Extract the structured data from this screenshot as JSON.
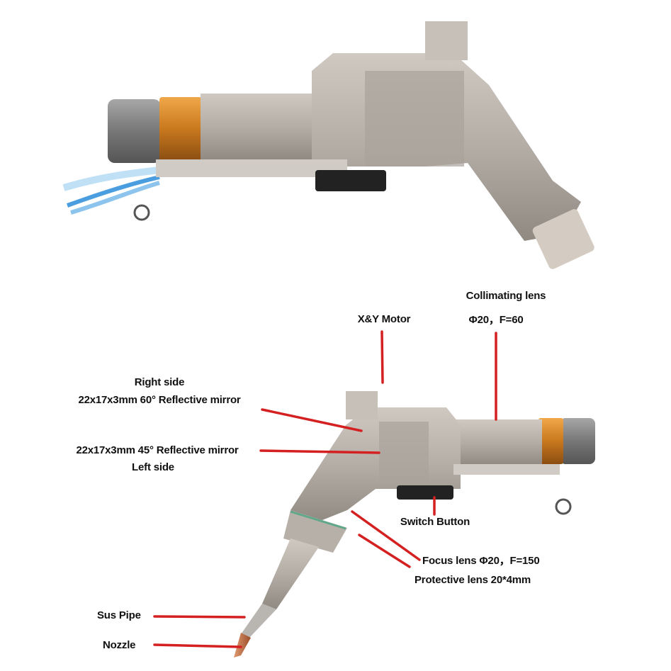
{
  "labels": {
    "collimating_lens": "Collimating lens",
    "collimating_spec": "Φ20，F=60",
    "xy_motor": "X&Y Motor",
    "right_side": "Right side",
    "mirror_60": "22x17x3mm 60° Reflective mirror",
    "mirror_45": "22x17x3mm 45°  Reflective mirror",
    "left_side": "Left side",
    "switch_button": "Switch Button",
    "focus_lens": "Focus lens Φ20，F=150",
    "protective_lens": "Protective lens  20*4mm",
    "sus_pipe": "Sus Pipe",
    "nozzle": "Nozzle"
  },
  "colors": {
    "leader_line": "#d42020",
    "body_metal": "#b9b2aa",
    "brass_ring": "#d98b2b",
    "copper_nozzle": "#b8673f",
    "hose": "#4a9ee0"
  }
}
